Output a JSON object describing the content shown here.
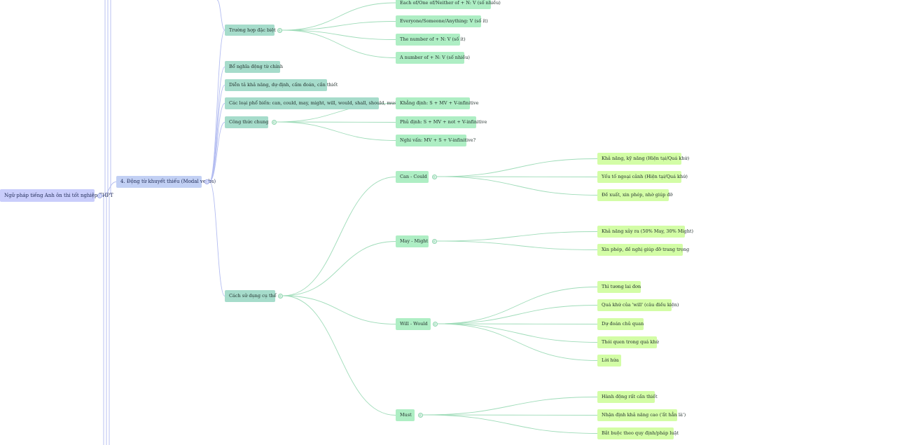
{
  "colors": {
    "root_fill": "#c9cdfb",
    "branch_fill": "#c2d0f4",
    "group_fill": "#a6dccb",
    "sub_fill": "#aeeec4",
    "leaf_fill": "#d3fda6",
    "link_blue": "#b3bcf1",
    "link_green": "#9fdcb9"
  },
  "toggle_icon": "chevron-collapse-icon",
  "nodes": [
    {
      "id": "root",
      "label": "Ngữ pháp tiếng Anh ôn thi tốt nghiệp THPT",
      "level": "root",
      "toggle": true
    },
    {
      "id": "modal",
      "label": "4. Động từ khuyết thiếu (Modal verbs)",
      "level": "l1",
      "toggle": true
    },
    {
      "id": "special",
      "label": "Trường hợp đặc biệt",
      "level": "l2",
      "toggle": true
    },
    {
      "id": "s1",
      "label": "Each of/One of/Neither of + N: V (số nhiều)",
      "level": "l3"
    },
    {
      "id": "s2",
      "label": "Everyone/Someone/Anything: V (số ít)",
      "level": "l3"
    },
    {
      "id": "s3",
      "label": "The number of + N: V (số ít)",
      "level": "l3"
    },
    {
      "id": "s4",
      "label": "A number of + N: V (số nhiều)",
      "level": "l3"
    },
    {
      "id": "g1",
      "label": "Bổ nghĩa động từ chính",
      "level": "l2"
    },
    {
      "id": "g2",
      "label": "Diễn tả khả năng, dự định, cấm đoán, cần thiết",
      "level": "l2"
    },
    {
      "id": "g3",
      "label": "Các loại phổ biến: can, could, may, might, will, would, shall, should, must",
      "level": "l2"
    },
    {
      "id": "formula",
      "label": "Công thức chung",
      "level": "l2",
      "toggle": true
    },
    {
      "id": "f1",
      "label": "Khẳng định: S + MV + V-infinitive",
      "level": "l3"
    },
    {
      "id": "f2",
      "label": "Phủ định: S + MV + not + V-infinitive",
      "level": "l3"
    },
    {
      "id": "f3",
      "label": "Nghi vấn: MV + S + V-infinitive?",
      "level": "l3"
    },
    {
      "id": "usage",
      "label": "Cách sử dụng cụ thể",
      "level": "l2",
      "toggle": true
    },
    {
      "id": "can",
      "label": "Can - Could",
      "level": "l3",
      "toggle": true
    },
    {
      "id": "c1",
      "label": "Khả năng, kỹ năng (Hiện tại/Quá khứ)",
      "level": "l4"
    },
    {
      "id": "c2",
      "label": "Yếu tố ngoại cảnh (Hiện tại/Quá khứ)",
      "level": "l4"
    },
    {
      "id": "c3",
      "label": "Đề xuất, xin phép, nhờ giúp đỡ",
      "level": "l4"
    },
    {
      "id": "may",
      "label": "May - Might",
      "level": "l3",
      "toggle": true
    },
    {
      "id": "m1",
      "label": "Khả năng xảy ra (50% May, 30% Might)",
      "level": "l4"
    },
    {
      "id": "m2",
      "label": "Xin phép, đề nghị giúp đỡ trang trọng",
      "level": "l4"
    },
    {
      "id": "will",
      "label": "Will - Would",
      "level": "l3",
      "toggle": true
    },
    {
      "id": "w1",
      "label": "Thì tương lai đơn",
      "level": "l4"
    },
    {
      "id": "w2",
      "label": "Quá khứ của 'will' (câu điều kiện)",
      "level": "l4"
    },
    {
      "id": "w3",
      "label": "Dự đoán chủ quan",
      "level": "l4"
    },
    {
      "id": "w4",
      "label": "Thói quen trong quá khứ",
      "level": "l4"
    },
    {
      "id": "w5",
      "label": "Lời hứa",
      "level": "l4"
    },
    {
      "id": "must",
      "label": "Must",
      "level": "l3",
      "toggle": true
    },
    {
      "id": "u1",
      "label": "Hành động rất cần thiết",
      "level": "l4"
    },
    {
      "id": "u2",
      "label": "Nhận định khả năng cao ('ắt hẳn là')",
      "level": "l4"
    },
    {
      "id": "u3",
      "label": "Bắt buộc theo quy định/pháp luật",
      "level": "l4"
    }
  ]
}
